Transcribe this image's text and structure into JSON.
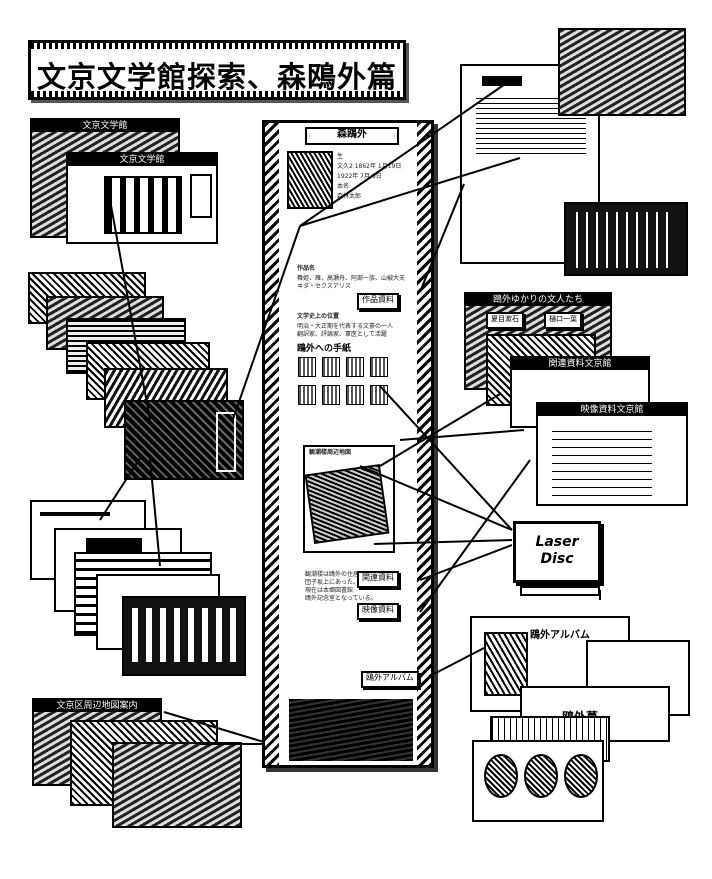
{
  "banner": {
    "title": "文京文学館探索、森鴎外篇"
  },
  "main_screen": {
    "title": "森鴎外",
    "info_lines": [
      "生",
      "文久2 1862年 1月19日",
      "1922年 7月 9日",
      "本名",
      "森林太郎"
    ],
    "work_heading": "作品名",
    "work_lines": [
      "舞姫、雁、高瀬舟、阿部一族、山椒大夫",
      "ヰタ・セクスアリス"
    ],
    "works_button": "作品資料",
    "history_heading": "文学史上の位置",
    "history_lines": [
      "明治・大正期を代表する文豪の一人",
      "翻訳家、評論家、軍医として活躍"
    ],
    "letters_heading": "鴎外への手紙",
    "map_heading": "観潮楼周辺地図",
    "related_button": "関連資料",
    "video_button": "映像資料",
    "album_button": "鴎外アルバム",
    "history_text_lines": [
      "観潮楼は鴎外の住居で",
      "団子坂上にあった。",
      "現在は本郷図書館",
      "鴎外記念室となっている。"
    ]
  },
  "windows": {
    "top_left_title": "文京文学館",
    "kanji_window_title": "文京文学館",
    "letters_window_title": "鴎外ゆかりの文人たち",
    "letters_sub_a": "夏目漱石",
    "letters_sub_b": "樋口一葉",
    "catalog_title_1": "関連資料文京館",
    "catalog_title_2": "映像資料文京館",
    "album_title": "鴎外アルバム",
    "tomb_title": "鴎外墓",
    "map_window_title": "文京区周辺地図案内"
  },
  "laserdisc": {
    "line1": "Laser",
    "line2": "Disc"
  },
  "icons": {
    "arrow": "arrow-icon",
    "tv": "laserdisc-player-icon"
  }
}
